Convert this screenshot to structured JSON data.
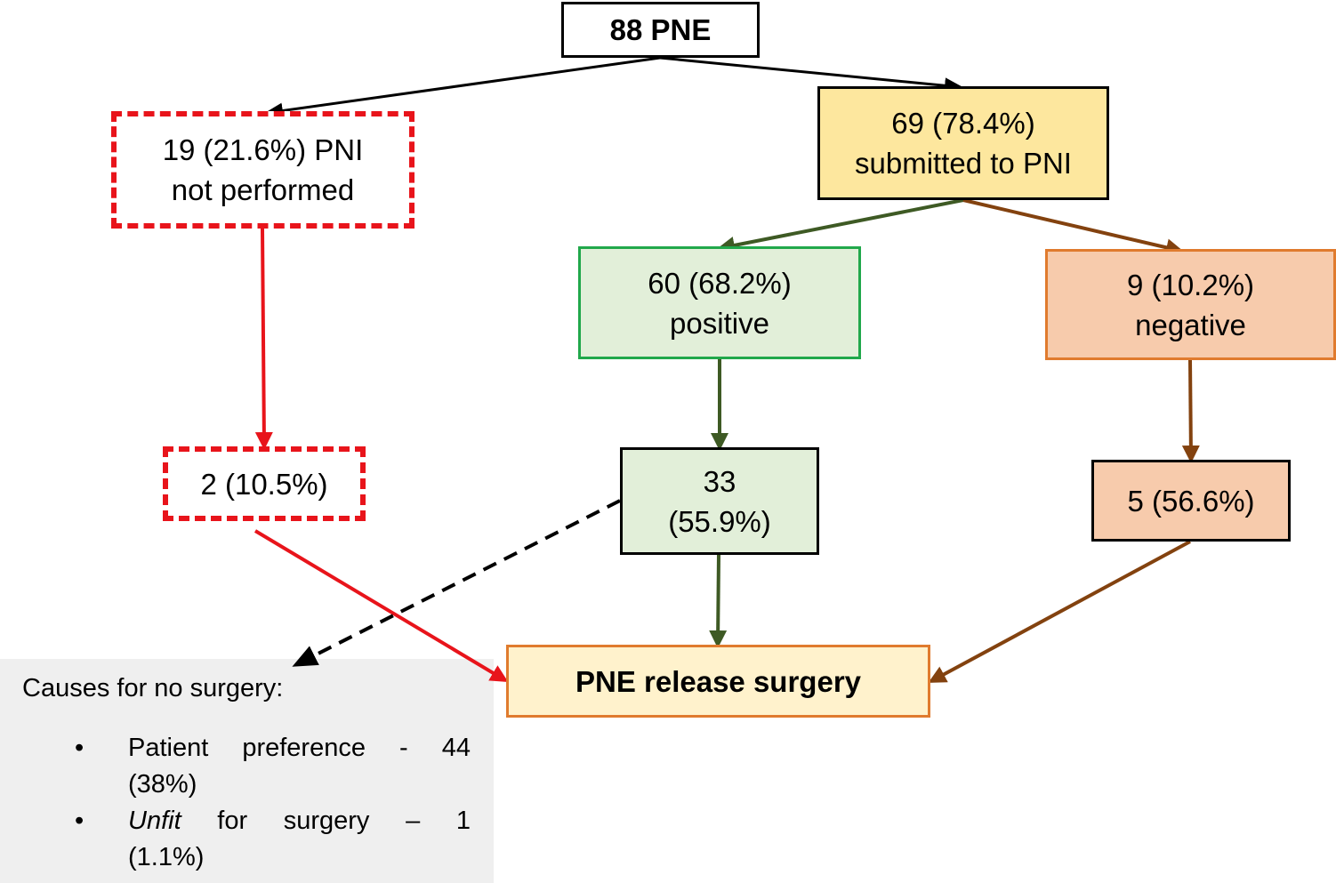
{
  "colors": {
    "red": "#e8141b",
    "black": "#000000",
    "dark_green": "#3e5a24",
    "brown": "#83420f",
    "yellow_fill": "#fde79e",
    "green_fill": "#e2efd9",
    "green_border": "#21a84b",
    "orange_fill": "#f7cbac",
    "orange_border": "#e07b2e",
    "surgery_fill": "#fff2cc",
    "panel_gray": "#efefef"
  },
  "nodes": {
    "root": "88 PNE",
    "not_performed": [
      "19 (21.6%) PNI",
      "not performed"
    ],
    "submitted": [
      "69 (78.4%)",
      "submitted to PNI"
    ],
    "positive": [
      "60 (68.2%)",
      "positive"
    ],
    "negative": [
      "9 (10.2%)",
      "negative"
    ],
    "left_count": "2 (10.5%)",
    "positive_count": [
      "33",
      "(55.9%)"
    ],
    "negative_count": "5 (56.6%)",
    "surgery": "PNE release surgery"
  },
  "causes": {
    "title": "Causes for no surgery:",
    "bullet": "•",
    "items": [
      {
        "line1": [
          "Patient",
          "preference",
          "-",
          "44"
        ],
        "line2": "(38%)"
      },
      {
        "line1": [
          "Unfit",
          "for",
          "surgery",
          "–",
          "1"
        ],
        "line2": "(1.1%)"
      }
    ]
  }
}
